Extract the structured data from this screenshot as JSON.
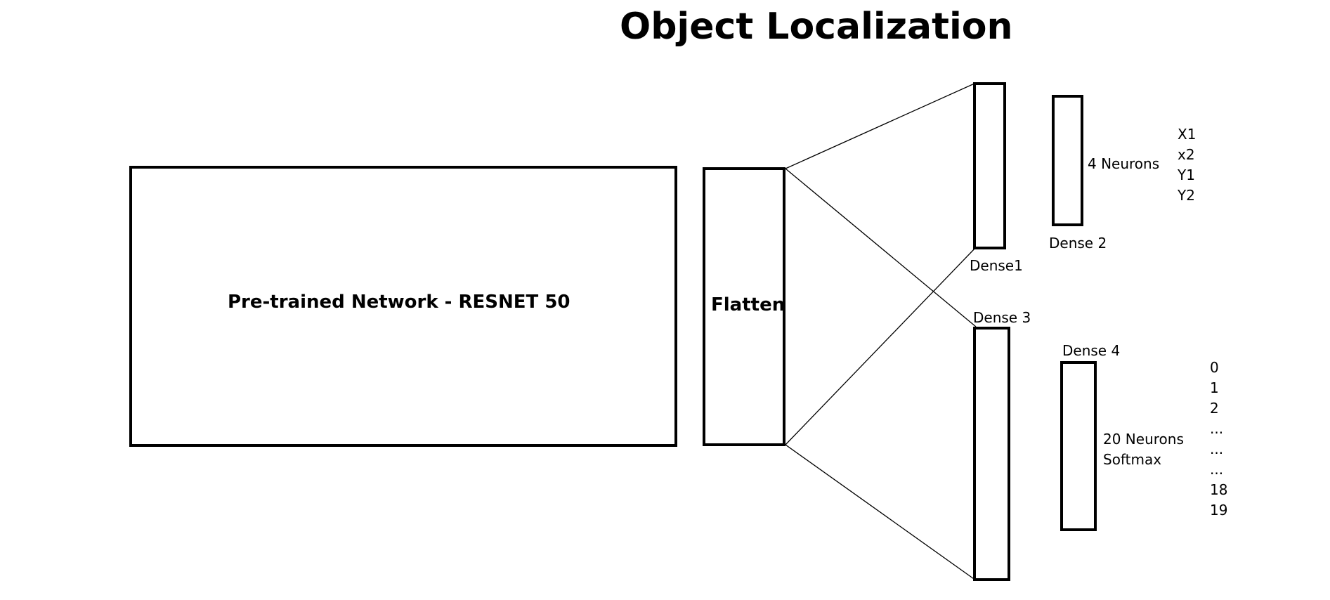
{
  "title": "Object Localization",
  "nodes": {
    "resnet": "Pre-trained Network - RESNET 50",
    "flatten": "Flatten",
    "dense1": "Dense1",
    "dense2": "Dense 2",
    "dense3": "Dense 3",
    "dense4": "Dense 4"
  },
  "dense2_note": "4 Neurons",
  "dense4_note": [
    "20 Neurons",
    "Softmax"
  ],
  "bbox_outputs": [
    "X1",
    "x2",
    "Y1",
    "Y2"
  ],
  "class_outputs": [
    "0",
    "1",
    "2",
    "...",
    "...",
    "...",
    "18",
    "19"
  ]
}
